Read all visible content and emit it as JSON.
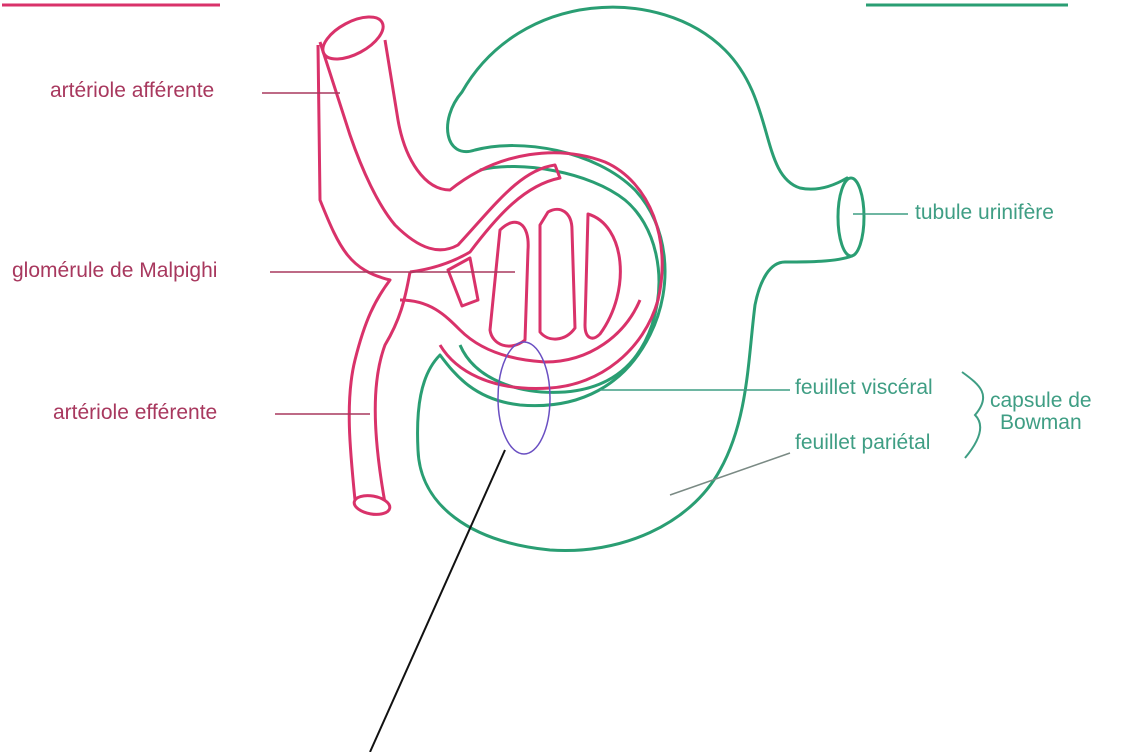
{
  "colors": {
    "vessel": "#d9326a",
    "capsule": "#2a9e73",
    "vessel_label": "#a8385e",
    "capsule_label": "#3f9e84",
    "highlight_circle": "#6a4fc2",
    "pointer": "#111111"
  },
  "labels": {
    "afferent": "artériole afférente",
    "glomerulus": "glomérule de Malpighi",
    "efferent": "artériole efférente",
    "tubule": "tubule urinifère",
    "visceral": "feuillet viscéral",
    "parietal": "feuillet pariétal",
    "bowman_line1": "capsule de",
    "bowman_line2": "Bowman"
  }
}
